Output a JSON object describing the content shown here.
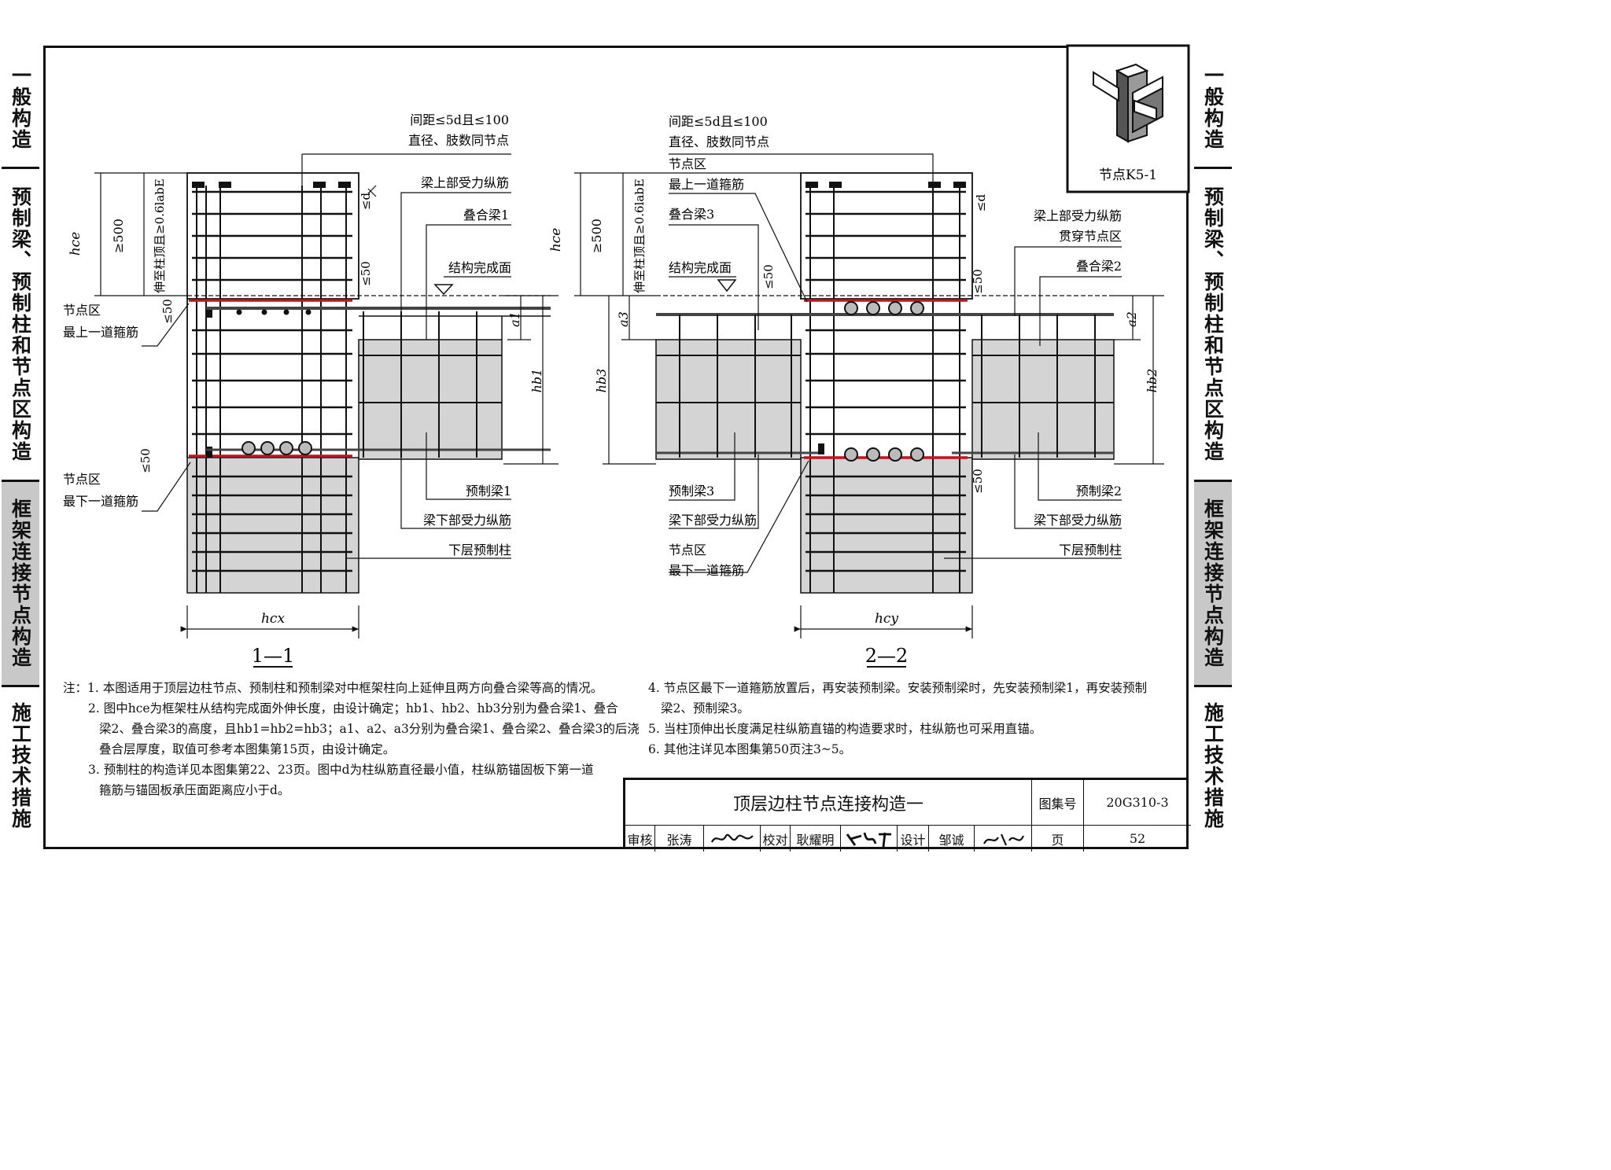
{
  "side_left": [
    "一般构造",
    "预制梁、预制柱和节点区构造",
    "框架连接节点构造",
    "施工技术措施"
  ],
  "side_right": [
    "一般构造",
    "预制梁、预制柱和节点区构造",
    "框架连接节点构造",
    "施工技术措施"
  ],
  "thumb_label": "节点K5-1",
  "section1": {
    "title": "1—1",
    "labels": {
      "spacing": "间距≤5d且≤100",
      "same": "直径、肢数同节点",
      "top_long_bar": "梁上部受力纵筋",
      "composite_beam": "叠合梁1",
      "finish_surface": "结构完成面",
      "node_top_a": "节点区",
      "node_top_b": "最上一道箍筋",
      "node_bot_a": "节点区",
      "node_bot_b": "最下一道箍筋",
      "precast_beam": "预制梁1",
      "bot_long_bar": "梁下部受力纵筋",
      "lower_column": "下层预制柱"
    },
    "dims": {
      "hce": "hce",
      "ge500": "≥500",
      "ext": "伸至柱顶且≥0.6labE",
      "le_d": "≤d",
      "le50": "≤50",
      "a": "a1",
      "hb": "hb1",
      "hc": "hcx"
    }
  },
  "section2": {
    "title": "2—2",
    "labels": {
      "spacing": "间距≤5d且≤100",
      "same": "直径、肢数同节点",
      "node_top_a": "节点区",
      "node_top_b": "最上一道箍筋",
      "composite_beam3": "叠合梁3",
      "finish_surface": "结构完成面",
      "through_a": "梁上部受力纵筋",
      "through_b": "贯穿节点区",
      "composite_beam2": "叠合梁2",
      "precast_beam3": "预制梁3",
      "bot_long_bar": "梁下部受力纵筋",
      "node_bot_a": "节点区",
      "node_bot_b": "最下一道箍筋",
      "precast_beam2": "预制梁2",
      "bot_long_bar2": "梁下部受力纵筋",
      "lower_column": "下层预制柱"
    },
    "dims": {
      "hce": "hce",
      "ge500": "≥500",
      "ext": "伸至柱顶且≥0.6labE",
      "le_d": "≤d",
      "le50": "≤50",
      "a3": "a3",
      "hb3": "hb3",
      "a2": "a2",
      "hb2": "hb2",
      "hc": "hcy"
    }
  },
  "notes_left": [
    "注：1. 本图适用于顶层边柱节点、预制柱和预制梁对中框架柱向上延伸且两方向叠合梁等高的情况。",
    "2. 图中hce为框架柱从结构完成面外伸长度，由设计确定；hb1、hb2、hb3分别为叠合梁1、叠合",
    "梁2、叠合梁3的高度，且hb1=hb2=hb3；a1、a2、a3分别为叠合梁1、叠合梁2、叠合梁3的后浇",
    "叠合层厚度，取值可参考本图集第15页，由设计确定。",
    "3. 预制柱的构造详见本图集第22、23页。图中d为柱纵筋直径最小值，柱纵筋锚固板下第一道",
    "箍筋与锚固板承压面距离应小于d。"
  ],
  "notes_right": [
    "4. 节点区最下一道箍筋放置后，再安装预制梁。安装预制梁时，先安装预制梁1，再安装预制",
    "梁2、预制梁3。",
    "5. 当柱顶伸出长度满足柱纵筋直锚的构造要求时，柱纵筋也可采用直锚。",
    "6. 其他注详见本图集第50页注3~5。"
  ],
  "title_block": {
    "title": "顶层边柱节点连接构造一",
    "atlas_label": "图集号",
    "atlas_no": "20G310-3",
    "review_label": "审核",
    "reviewer": "张涛",
    "check_label": "校对",
    "checker": "耿耀明",
    "design_label": "设计",
    "designer": "邹诚",
    "page_label": "页",
    "page_no": "52"
  },
  "colors": {
    "hoop_red": "#c0141e",
    "precast_gray": "#d4d4d4",
    "active_tab": "#c8c8c8"
  }
}
